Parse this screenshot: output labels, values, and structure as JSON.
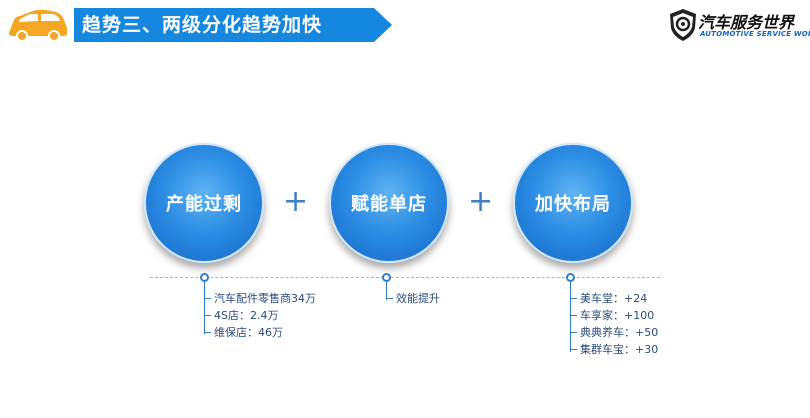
{
  "header": {
    "title": "趋势三、两级分化趋势加快",
    "car_icon": "car-icon",
    "colors": {
      "title_bar": "#1687de",
      "car": "#f5a623",
      "circle": "#1f7fd9"
    }
  },
  "logo": {
    "icon": "shield-badge-icon",
    "name_cn": "汽车服务世界",
    "name_en": "AUTOMOTIVE SERVICE WORLD"
  },
  "pillars": [
    {
      "label": "产能过剩",
      "details": [
        "汽车配件零售商34万",
        "4S店：2.4万",
        "维保店：46万"
      ]
    },
    {
      "label": "赋能单店",
      "details": [
        "效能提升"
      ]
    },
    {
      "label": "加快布局",
      "details": [
        "美车堂：+24",
        "车享家：+100",
        "典典养车：+50",
        "集群车宝：+30"
      ]
    }
  ],
  "operators": [
    "+",
    "+"
  ]
}
